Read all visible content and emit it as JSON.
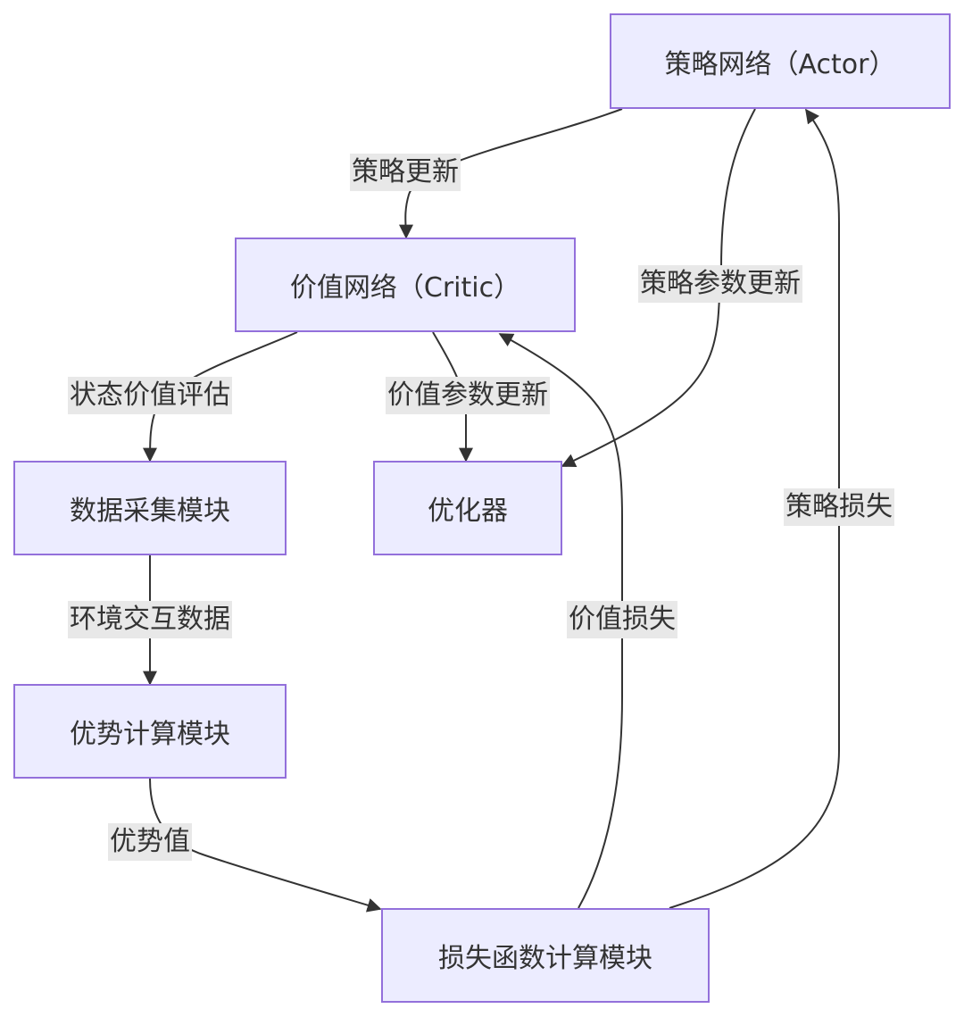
{
  "nodes": {
    "actor": "策略网络（Actor）",
    "critic": "价值网络（Critic）",
    "data_collect": "数据采集模块",
    "optimizer": "优化器",
    "advantage": "优势计算模块",
    "loss": "损失函数计算模块"
  },
  "edges": {
    "policy_update": "策略更新",
    "policy_param_update": "策略参数更新",
    "state_value_eval": "状态价值评估",
    "value_param_update": "价值参数更新",
    "env_interaction": "环境交互数据",
    "value_loss": "价值损失",
    "policy_loss": "策略损失",
    "advantage_value": "优势值"
  },
  "colors": {
    "node_fill": "#ECECFF",
    "node_border": "#9370DB",
    "edge": "#333333",
    "label_bg": "#E8E8E8"
  }
}
